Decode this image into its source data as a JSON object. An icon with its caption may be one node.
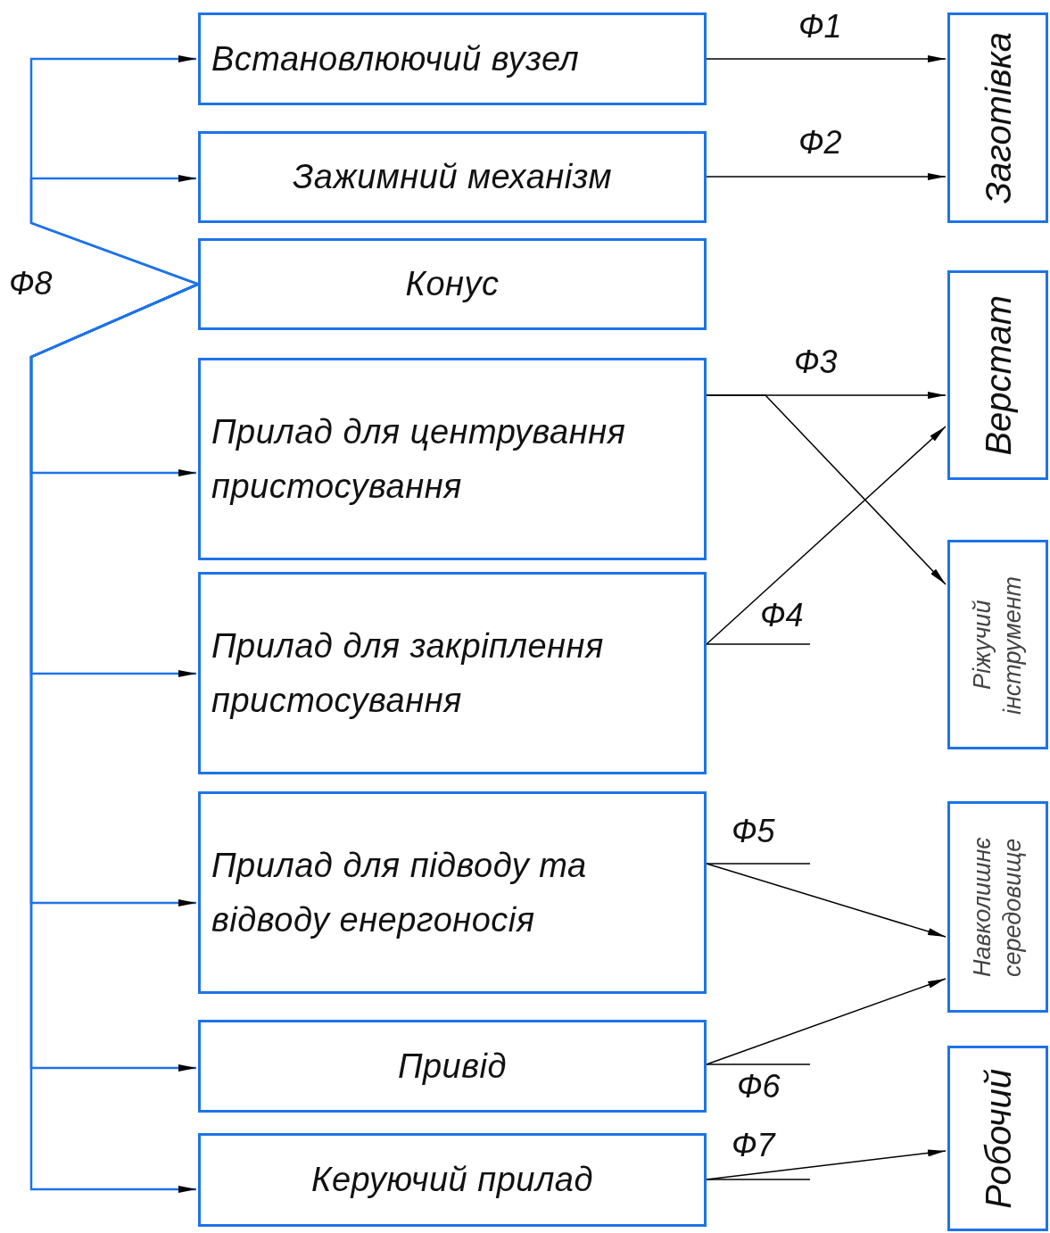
{
  "diagram": {
    "nodes": [
      {
        "text": [
          "Встановлюючий вузел"
        ]
      },
      {
        "text": [
          "Зажимний механізм"
        ]
      },
      {
        "text": [
          "Конус"
        ]
      },
      {
        "text": [
          "Прилад для центрування пристосування"
        ]
      },
      {
        "text": [
          "Прилад для закріплення пристосування"
        ]
      },
      {
        "text": [
          "Прилад для підводу та відводу енергоносія"
        ]
      },
      {
        "text": [
          "Привід"
        ]
      },
      {
        "text": [
          "Керуючий прилад"
        ]
      },
      {
        "text": [
          "Заготівка"
        ]
      },
      {
        "text": [
          "Верстат"
        ]
      },
      {
        "text": [
          "Ріжучий інструмент"
        ]
      },
      {
        "text": [
          "Навколишнє середовище"
        ]
      },
      {
        "text": [
          "Робочий"
        ]
      }
    ],
    "edges": [
      {
        "from": 2,
        "to": 0,
        "arrow": "to",
        "color": "#1e73e8"
      },
      {
        "from": 2,
        "to": 1,
        "arrow": "to",
        "color": "#1e73e8"
      },
      {
        "from": 2,
        "to": 3,
        "arrow": "to",
        "color": "#1e73e8"
      },
      {
        "from": 2,
        "to": 4,
        "arrow": "to",
        "color": "#1e73e8"
      },
      {
        "from": 2,
        "to": 5,
        "arrow": "to",
        "color": "#1e73e8"
      },
      {
        "from": 2,
        "to": 6,
        "arrow": "to",
        "color": "#1e73e8"
      },
      {
        "from": 2,
        "to": 7,
        "arrow": "to",
        "color": "#1e73e8"
      },
      {
        "from": 0,
        "to": 8,
        "arrow": "to",
        "label": "Ф1"
      },
      {
        "from": 1,
        "to": 8,
        "arrow": "to",
        "label": "Ф2"
      },
      {
        "from": 3,
        "to": 9,
        "arrow": "to",
        "label": "Ф3"
      },
      {
        "from": 3,
        "to": 10,
        "arrow": "to"
      },
      {
        "from": 4,
        "to": 9,
        "arrow": "to",
        "label": "Ф4"
      },
      {
        "from": 5,
        "to": 11,
        "arrow": "to",
        "label": "Ф5"
      },
      {
        "from": 6,
        "to": 11,
        "arrow": "to",
        "label": "Ф6"
      },
      {
        "from": 7,
        "to": 12,
        "arrow": "to",
        "label": "Ф7"
      }
    ],
    "labels": [
      "Ф8"
    ]
  }
}
